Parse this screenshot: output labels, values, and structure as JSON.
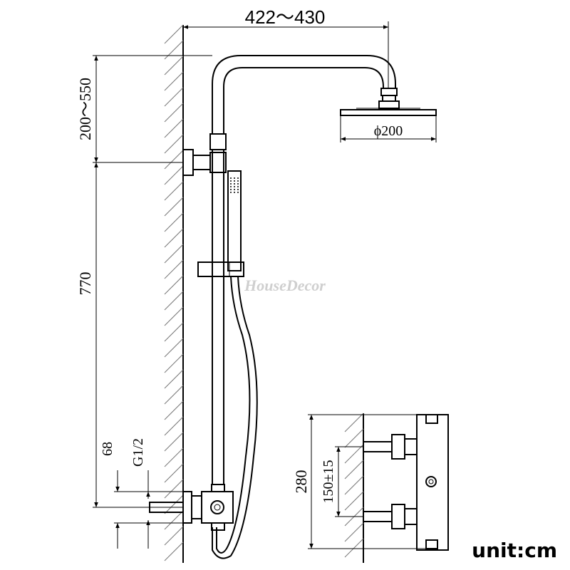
{
  "dimensions": {
    "overall_width": "422～430",
    "top_height": "200～550",
    "head_diameter": "ϕ200",
    "bar_height": "770",
    "inlet_offset": "68",
    "thread": "G1/2",
    "valve_height": "280",
    "valve_spacing": "150±15"
  },
  "watermark": "HouseDecor",
  "unit_label": "unit:cm"
}
